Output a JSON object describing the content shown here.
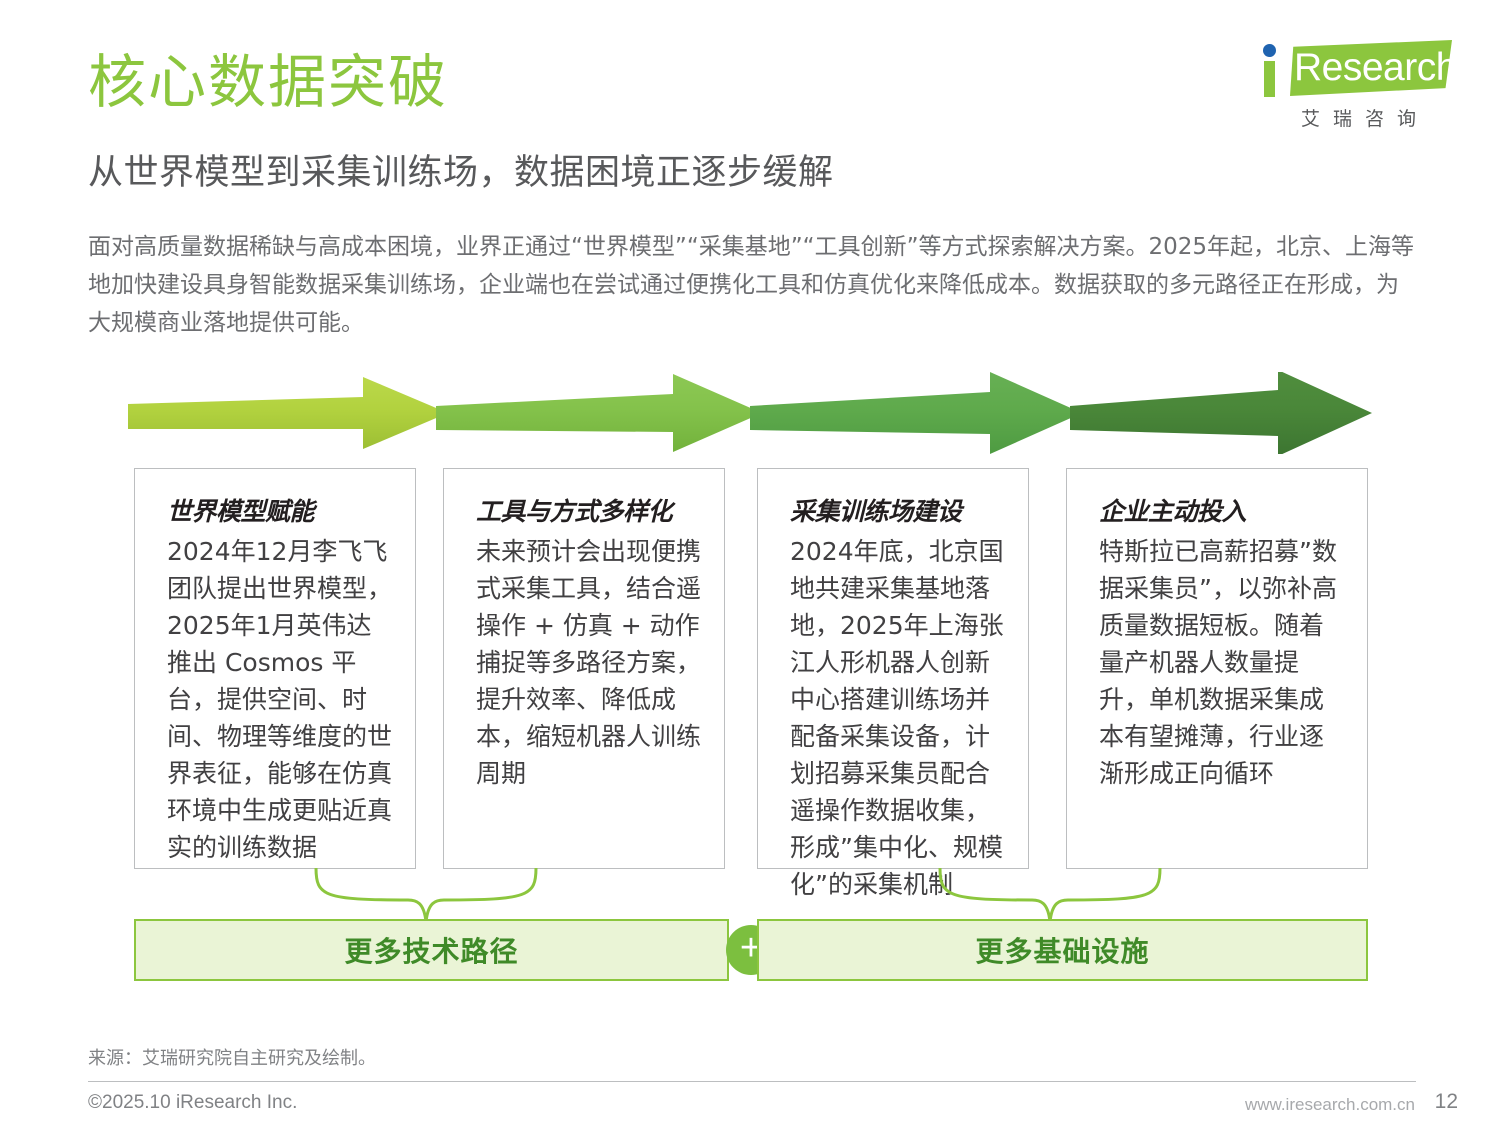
{
  "brand": {
    "logo_i": "i",
    "logo_word": "Research",
    "logo_cn": "艾瑞咨询"
  },
  "header": {
    "title": "核心数据突破",
    "subtitle": "从世界模型到采集训练场，数据困境正逐步缓解",
    "lede": "面对高质量数据稀缺与高成本困境，业界正通过“世界模型”“采集基地”“工具创新”等方式探索解决方案。2025年起，北京、上海等地加快建设具身智能数据采集训练场，企业端也在尝试通过便携化工具和仿真优化来降低成本。数据获取的多元路径正在形成，为大规模商业落地提供可能。",
    "title_color": "#8CC63E"
  },
  "arrows": [
    {
      "name": "arrow-stage-1",
      "color": "#AACC3A"
    },
    {
      "name": "arrow-stage-2",
      "color": "#7FBF45"
    },
    {
      "name": "arrow-stage-3",
      "color": "#5BA84A"
    },
    {
      "name": "arrow-stage-4",
      "color": "#478239"
    }
  ],
  "cards": [
    {
      "title": "世界模型赋能",
      "body": "2024年12月李飞飞团队提出世界模型，2025年1月英伟达推出 Cosmos 平台，提供空间、时间、物理等维度的世界表征，能够在仿真环境中生成更贴近真实的训练数据"
    },
    {
      "title": "工具与方式多样化",
      "body": "未来预计会出现便携式采集工具，结合遥操作 + 仿真 + 动作捕捉等多路径方案，提升效率、降低成本，缩短机器人训练周期"
    },
    {
      "title": "采集训练场建设",
      "body": "2024年底，北京国地共建采集基地落地，2025年上海张江人形机器人创新中心搭建训练场并配备采集设备，计划招募采集员配合遥操作数据收集，形成”集中化、规模化”的采集机制"
    },
    {
      "title": "企业主动投入",
      "body": "特斯拉已高薪招募”数据采集员”，以弥补高质量数据短板。随着量产机器人数量提升，单机数据采集成本有望摊薄，行业逐渐形成正向循环"
    }
  ],
  "summary": {
    "left_label": "更多技术路径",
    "right_label": "更多基础设施",
    "connector": "+",
    "accent": "#8CC63E",
    "fill": "#EAF4D6",
    "text_color": "#3F8A28"
  },
  "footer": {
    "source": "来源：艾瑞研究院自主研究及绘制。",
    "copyright": "©2025.10 iResearch Inc.",
    "url": "www.iresearch.com.cn",
    "page": "12"
  }
}
